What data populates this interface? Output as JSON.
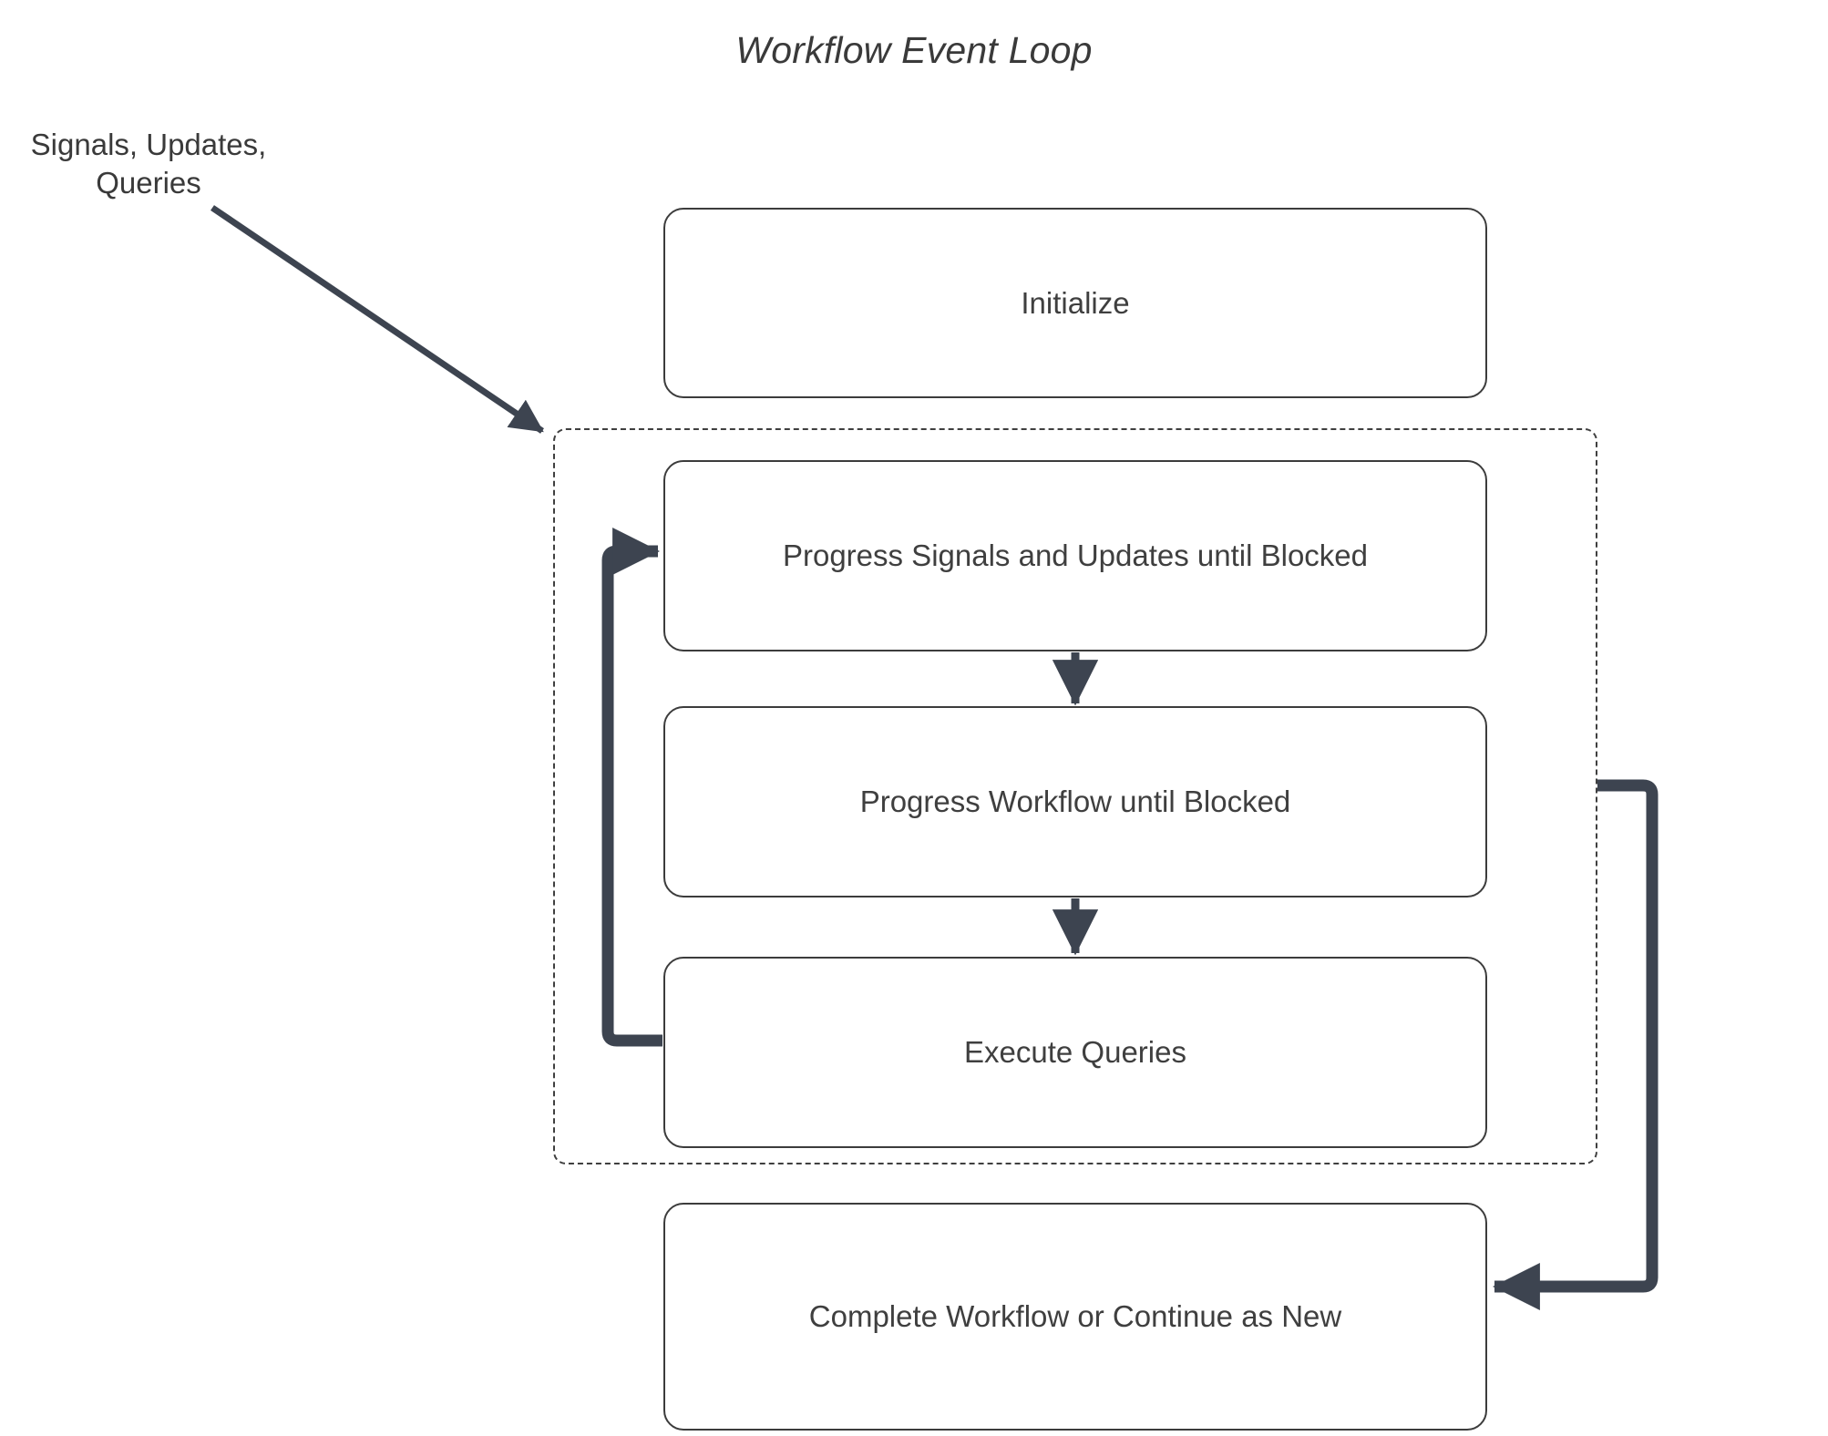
{
  "diagram": {
    "title": "Workflow Event Loop",
    "accent_color": "#3d4450",
    "node_border_color": "#3c3c3c",
    "text_color": "#3f3f3f",
    "background_color": "#ffffff",
    "group_border_style": "dashed",
    "external_input_label": {
      "line1": "Signals, Updates,",
      "line2": "Queries"
    },
    "nodes": [
      {
        "id": "initialize",
        "label": "Initialize"
      },
      {
        "id": "progress-signals",
        "label": "Progress Signals and Updates until Blocked"
      },
      {
        "id": "progress-workflow",
        "label": "Progress Workflow until Blocked"
      },
      {
        "id": "execute-queries",
        "label": "Execute Queries"
      },
      {
        "id": "complete-workflow",
        "label": "Complete Workflow or Continue as New"
      }
    ],
    "edges": [
      {
        "from": "external-input",
        "to": "event-loop-group",
        "style": "solid-arrow",
        "label": "Signals, Updates, Queries"
      },
      {
        "from": "progress-signals",
        "to": "progress-workflow",
        "style": "solid-arrow",
        "label": ""
      },
      {
        "from": "progress-workflow",
        "to": "execute-queries",
        "style": "solid-arrow",
        "label": ""
      },
      {
        "from": "execute-queries",
        "to": "progress-signals",
        "style": "loop-back",
        "label": ""
      },
      {
        "from": "event-loop-group",
        "to": "complete-workflow",
        "style": "loop-exit",
        "label": ""
      }
    ]
  }
}
